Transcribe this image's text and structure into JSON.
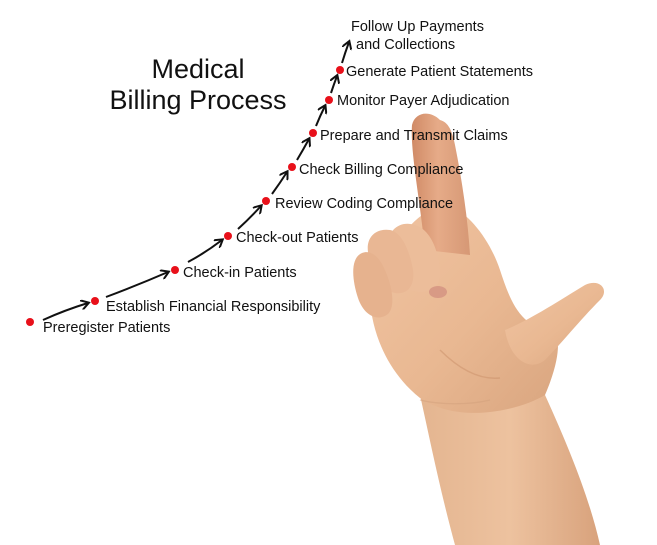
{
  "title": {
    "line1": "Medical",
    "line2": "Billing Process"
  },
  "colors": {
    "background": "#ffffff",
    "text": "#111111",
    "dot": "#e8101a",
    "arrow": "#111111",
    "skin": "#e9b892",
    "skin_shadow": "#d39a73"
  },
  "steps": [
    {
      "label": "Preregister Patients",
      "icon": "red-dot-icon"
    },
    {
      "label": "Establish Financial Responsibility",
      "icon": "red-dot-icon"
    },
    {
      "label": "Check-in Patients",
      "icon": "red-dot-icon"
    },
    {
      "label": "Check-out Patients",
      "icon": "red-dot-icon"
    },
    {
      "label": "Review Coding Compliance",
      "icon": "red-dot-icon"
    },
    {
      "label": "Check Billing Compliance",
      "icon": "red-dot-icon"
    },
    {
      "label": "Prepare and Transmit Claims",
      "icon": "red-dot-icon"
    },
    {
      "label": "Monitor Payer Adjudication",
      "icon": "red-dot-icon"
    },
    {
      "label": "Generate Patient Statements",
      "icon": "red-dot-icon"
    }
  ],
  "final_step": {
    "line1": "Follow Up Payments",
    "line2": "and Collections",
    "icon": "arrow-up-icon"
  },
  "image": {
    "subject": "hand-pointing-up-icon"
  }
}
